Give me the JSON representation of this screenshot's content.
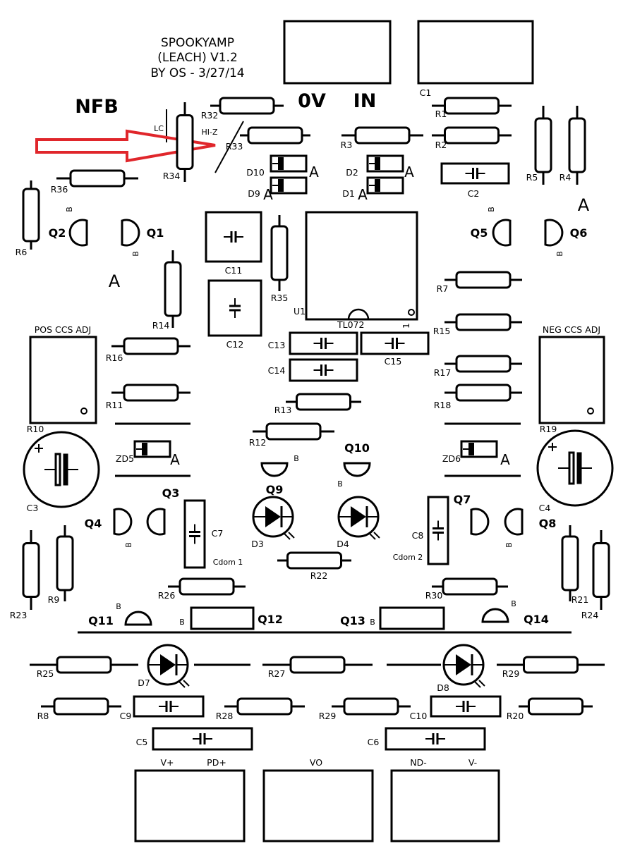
{
  "title": {
    "line1": "SPOOKYAMP",
    "line2": "(LEACH) V1.2",
    "line3": "BY OS - 3/27/14"
  },
  "headers": {
    "ov": "0V",
    "in": "IN",
    "nfb": "NFB",
    "lc": "LC",
    "hiz": "HI-Z"
  },
  "ccs_labels": {
    "pos": "POS CCS ADJ",
    "neg": "NEG CCS ADJ"
  },
  "cdom_labels": {
    "c7": "Cdom 1",
    "c8": "Cdom 2"
  },
  "ic": {
    "ref": "U1",
    "part": "TL072",
    "pin1": "1"
  },
  "pin_marks": {
    "a": "A",
    "b": "B"
  },
  "connector_labels": [
    "V+",
    "PD+",
    "VO",
    "ND-",
    "V-"
  ],
  "arrow_color": "#e0262b",
  "resistors": [
    "R1",
    "R2",
    "R3",
    "R4",
    "R5",
    "R6",
    "R7",
    "R8",
    "R9",
    "R10",
    "R11",
    "R12",
    "R13",
    "R14",
    "R15",
    "R16",
    "R17",
    "R18",
    "R19",
    "R20",
    "R21",
    "R22",
    "R23",
    "R24",
    "R25",
    "R26",
    "R27",
    "R28",
    "R29",
    "R30",
    "R32",
    "R33",
    "R34",
    "R35",
    "R36"
  ],
  "capacitors": [
    "C1",
    "C2",
    "C3",
    "C4",
    "C5",
    "C6",
    "C7",
    "C8",
    "C9",
    "C10",
    "C11",
    "C12",
    "C13",
    "C14",
    "C15"
  ],
  "transistors": [
    "Q1",
    "Q2",
    "Q3",
    "Q4",
    "Q5",
    "Q6",
    "Q7",
    "Q8",
    "Q9",
    "Q10",
    "Q11",
    "Q12",
    "Q13",
    "Q14"
  ],
  "diodes": [
    "D1",
    "D2",
    "D3",
    "D4",
    "D7",
    "D8",
    "D9",
    "D10",
    "ZD5",
    "ZD6"
  ]
}
